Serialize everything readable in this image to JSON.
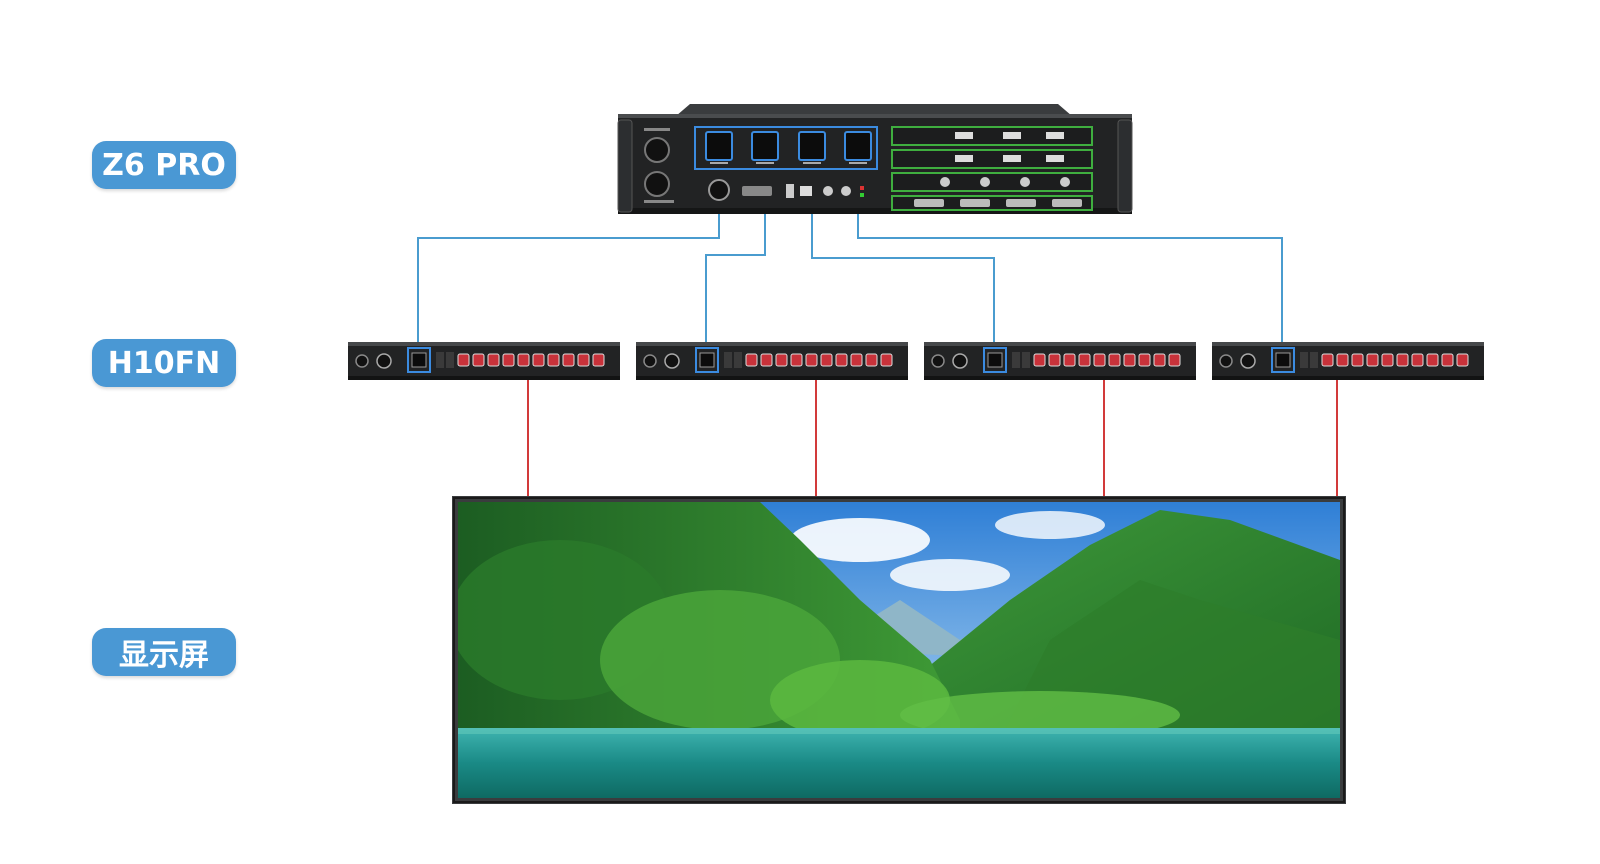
{
  "labels": {
    "controller": "Z6 PRO",
    "receiver": "H10FN",
    "display": "显示屏"
  },
  "colors": {
    "label_bg": "#4a98d4",
    "uplink_cable": "#4a9ccf",
    "downlink_cable": "#d23a3a",
    "chassis": "#222324",
    "port_highlight": "#3b8be0",
    "board_green": "#3fae3f",
    "port_red": "#c8323a"
  },
  "icons": {
    "controller": "controller-chassis-icon",
    "receiver": "receiver-chassis-icon",
    "display": "led-screen-landscape"
  },
  "receivers": 4
}
